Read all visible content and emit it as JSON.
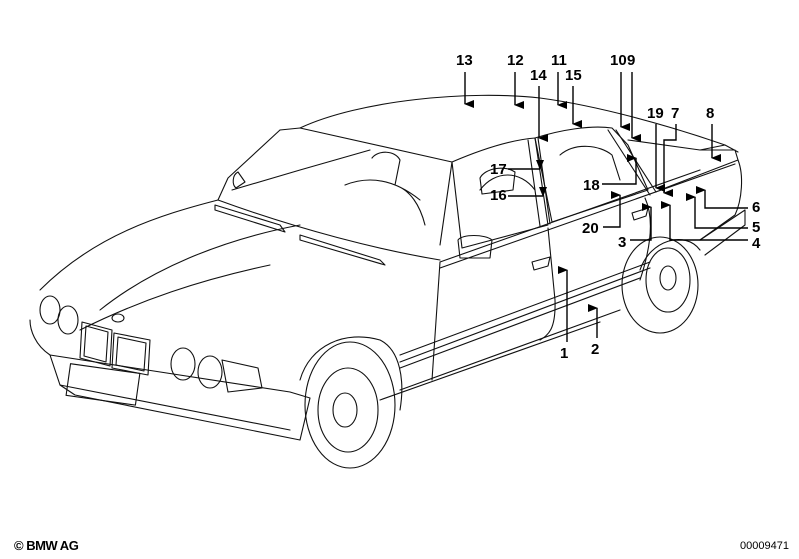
{
  "diagram": {
    "subject": "Sedan side/three-quarter view with numbered label positions",
    "line_color": "#000000",
    "background": "#ffffff",
    "callouts": [
      {
        "id": "13",
        "label": "13"
      },
      {
        "id": "12",
        "label": "12"
      },
      {
        "id": "11",
        "label": "11"
      },
      {
        "id": "14",
        "label": "14"
      },
      {
        "id": "15",
        "label": "15"
      },
      {
        "id": "10",
        "label": "10"
      },
      {
        "id": "9",
        "label": "9"
      },
      {
        "id": "19",
        "label": "19"
      },
      {
        "id": "7",
        "label": "7"
      },
      {
        "id": "8",
        "label": "8"
      },
      {
        "id": "17",
        "label": "17"
      },
      {
        "id": "16",
        "label": "16"
      },
      {
        "id": "18",
        "label": "18"
      },
      {
        "id": "20",
        "label": "20"
      },
      {
        "id": "3",
        "label": "3"
      },
      {
        "id": "6",
        "label": "6"
      },
      {
        "id": "5",
        "label": "5"
      },
      {
        "id": "4",
        "label": "4"
      },
      {
        "id": "1",
        "label": "1"
      },
      {
        "id": "2",
        "label": "2"
      }
    ]
  },
  "footer": {
    "copyright": "© BMW AG",
    "diagram_number": "00009471"
  }
}
